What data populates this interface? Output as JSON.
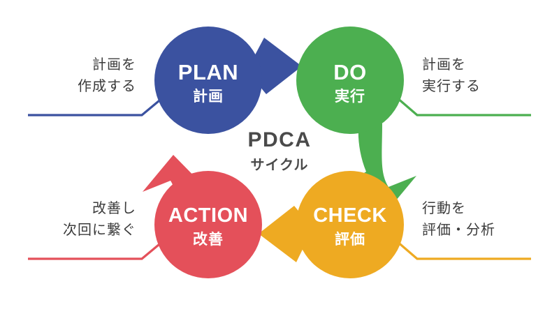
{
  "diagram": {
    "title": "PDCA",
    "center": {
      "main": "PDCA",
      "sub": "サイクル",
      "color": "#4a4a4a"
    },
    "nodes": [
      {
        "id": "plan",
        "en": "PLAN",
        "ja": "計画",
        "color": "#3b52a0",
        "caption_line1": "計画を",
        "caption_line2": "作成する",
        "caption_side": "left"
      },
      {
        "id": "do",
        "en": "DO",
        "ja": "実行",
        "color": "#4caf50",
        "caption_line1": "計画を",
        "caption_line2": "実行する",
        "caption_side": "right"
      },
      {
        "id": "check",
        "en": "CHECK",
        "ja": "評価",
        "color": "#eeaa22",
        "caption_line1": "行動を",
        "caption_line2": "評価・分析",
        "caption_side": "right"
      },
      {
        "id": "action",
        "en": "ACTION",
        "ja": "改善",
        "color": "#e4505a",
        "caption_line1": "改善し",
        "caption_line2": "次回に繋ぐ",
        "caption_side": "left"
      }
    ],
    "arrows": [
      {
        "id": "plan-to-do",
        "from": "plan",
        "to": "do",
        "color": "#3b52a0",
        "direction": "right"
      },
      {
        "id": "do-to-check",
        "from": "do",
        "to": "check",
        "color": "#4caf50",
        "direction": "down"
      },
      {
        "id": "check-to-action",
        "from": "check",
        "to": "action",
        "color": "#eeaa22",
        "direction": "left"
      },
      {
        "id": "action-to-plan",
        "from": "action",
        "to": "plan",
        "color": "#e4505a",
        "direction": "up"
      }
    ],
    "background": "#ffffff"
  }
}
